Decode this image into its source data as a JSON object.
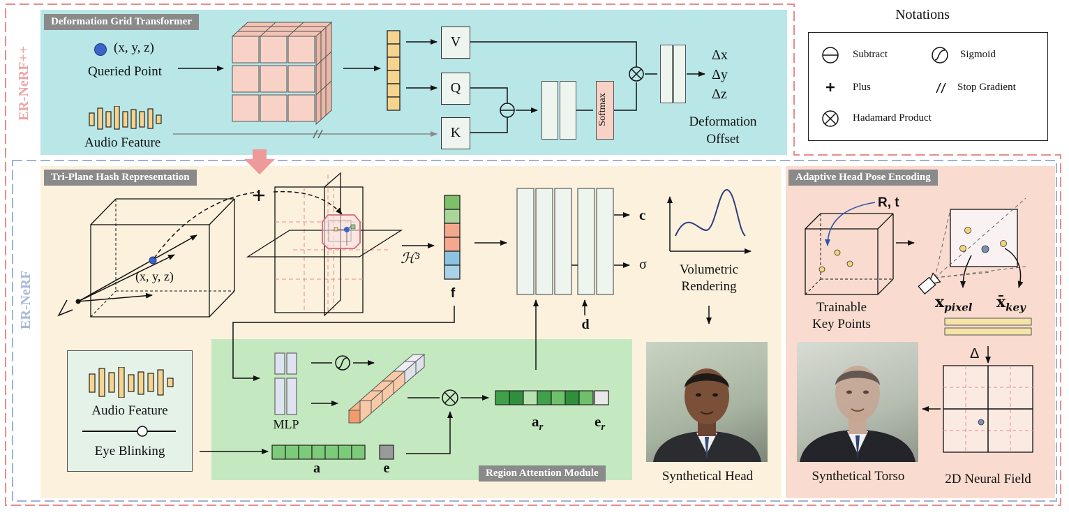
{
  "labels": {
    "er_nerf_pp": "ER-NeRF++",
    "er_nerf": "ER-NeRF",
    "dgt_title": "Deformation Grid Transformer",
    "tri_title": "Tri-Plane Hash Representation",
    "ahpe_title": "Adaptive Head Pose Encoding",
    "ram_title": "Region Attention  Module",
    "queried_point_coord": "(x, y, z)",
    "queried_point": "Queried Point",
    "audio_feature_top": "Audio Feature",
    "v": "V",
    "q": "Q",
    "k": "K",
    "softmax": "Softmax",
    "dx": "Δx",
    "dy": "Δy",
    "dz": "Δz",
    "deformation_offset_1": "Deformation",
    "deformation_offset_2": "Offset",
    "cube_coord": "(x, y, z)",
    "h3": "ℋ³",
    "f": "f",
    "c": "c",
    "sigma": "σ",
    "d": "d",
    "volumetric_1": "Volumetric",
    "volumetric_2": "Rendering",
    "synthetical_head": "Synthetical Head",
    "audio_feature_bottom": "Audio Feature",
    "eye_blinking": "Eye Blinking",
    "mlp": "MLP",
    "a": "a",
    "e": "e",
    "a_r": "a",
    "a_r_sub": "r",
    "e_r": "e",
    "e_r_sub": "r",
    "rt": "R, t",
    "trainable_1": "Trainable",
    "trainable_2": "Key Points",
    "x_pixel": "x",
    "x_pixel_sub": "pixel",
    "x_key": "x̄",
    "x_key_sub": "key",
    "delta": "Δ",
    "synthetical_torso": "Synthetical Torso",
    "neural_field": "2D Neural Field"
  },
  "notations": {
    "title": "Notations",
    "subtract": "Subtract",
    "sigmoid": "Sigmoid",
    "plus": "Plus",
    "stop_gradient": "Stop Gradient",
    "hadamard": "Hadamard Product"
  },
  "colors": {
    "dgt_bg": "#b9e6e7",
    "main_bg": "#fcf1dd",
    "ahpe_bg": "#f9dccf",
    "ram_bg": "#c4e9c0",
    "grid_cube": "#f8d2c6",
    "feat_yellow": "#f6d48e",
    "box_fill": "#eef4ee",
    "red_dash": "#e88c8c",
    "blue_dash": "#9fb1d8"
  }
}
